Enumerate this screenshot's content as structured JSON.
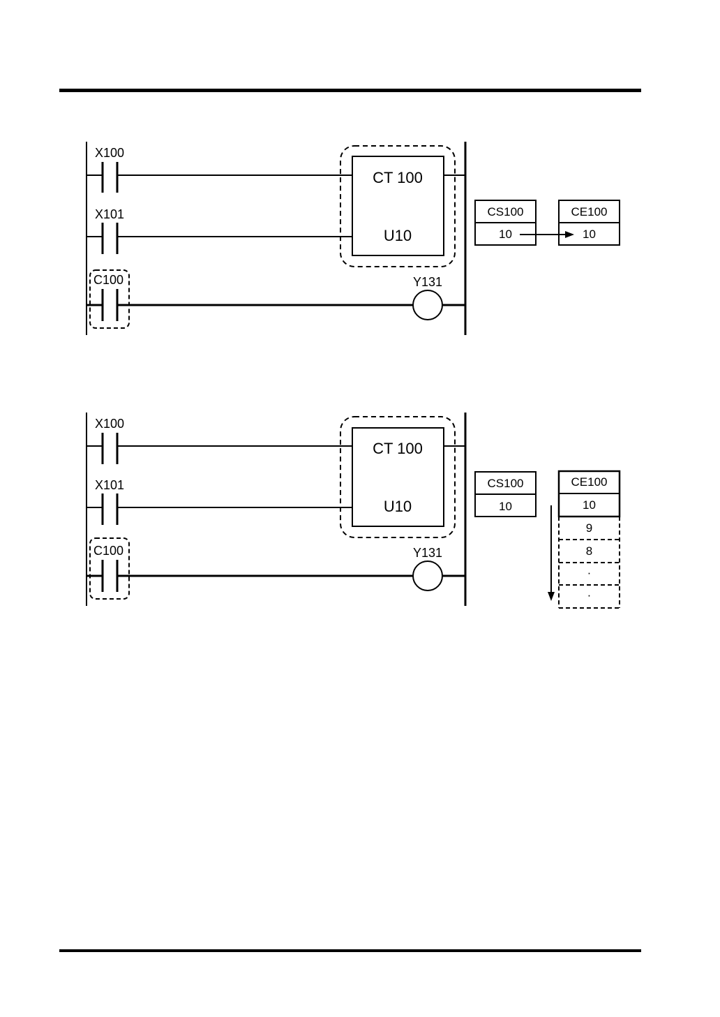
{
  "diagrams": [
    {
      "contacts": [
        "X100",
        "X101",
        "C100"
      ],
      "counter": {
        "name": "CT 100",
        "preset": "U10"
      },
      "coil": "Y131",
      "cs": {
        "label": "CS100",
        "value": "10"
      },
      "ce": {
        "label": "CE100",
        "value": "10"
      }
    },
    {
      "contacts": [
        "X100",
        "X101",
        "C100"
      ],
      "counter": {
        "name": "CT 100",
        "preset": "U10"
      },
      "coil": "Y131",
      "cs": {
        "label": "CS100",
        "value": "10"
      },
      "ce": {
        "label": "CE100",
        "value": "10",
        "countdown": [
          "9",
          "8",
          "·",
          "·"
        ]
      }
    }
  ]
}
